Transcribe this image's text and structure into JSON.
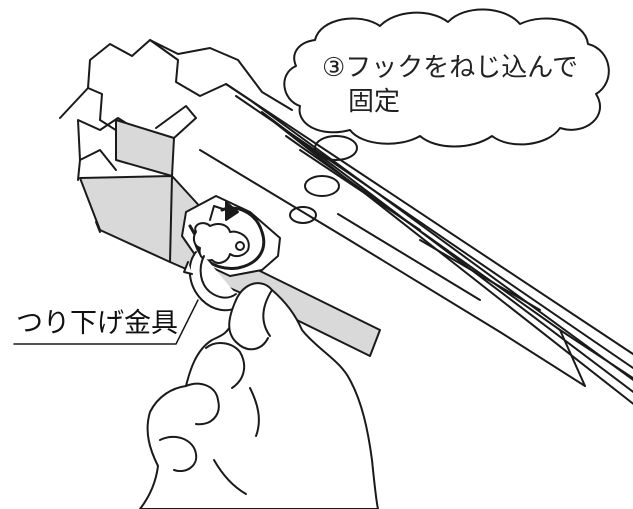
{
  "callout": {
    "line1": "③フックをねじ込んで",
    "line2": "固定"
  },
  "label": {
    "part_name": "つり下げ金具"
  },
  "colors": {
    "line": "#1a1a1a",
    "rail_fill": "#d9d9d9",
    "background": "#ffffff"
  }
}
